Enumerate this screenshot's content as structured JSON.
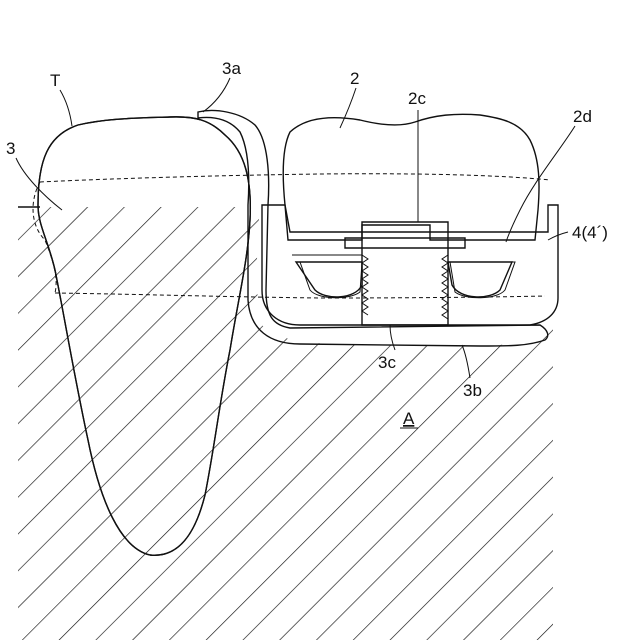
{
  "figure": {
    "labels": {
      "tooth": "T",
      "splint_edge": "3a",
      "splint": "3",
      "crown": "2",
      "crown_post": "2c",
      "crown_side": "2d",
      "base": "4(4´)",
      "screw_part": "3c",
      "splint_bottom": "3b",
      "jaw": "A"
    }
  }
}
